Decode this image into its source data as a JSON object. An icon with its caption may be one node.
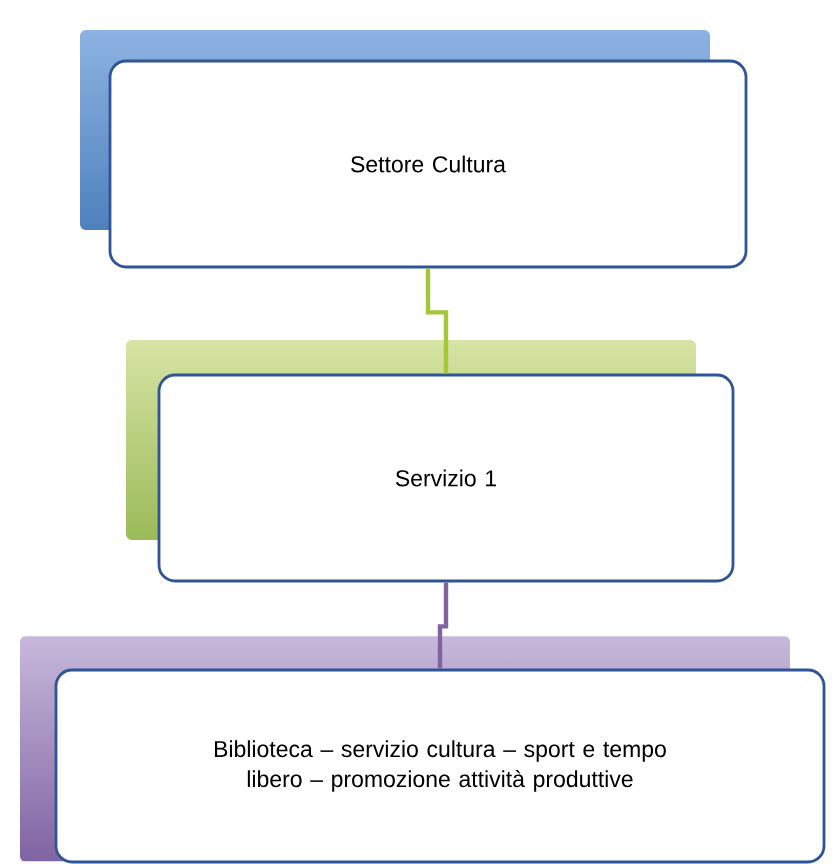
{
  "diagram": {
    "nodes": [
      {
        "text": [
          "Settore Cultura"
        ]
      },
      {
        "text": [
          "Servizio 1"
        ]
      },
      {
        "text": [
          "Biblioteca – servizio cultura – sport e tempo libero – promozione attività produttive"
        ]
      }
    ],
    "edges": [
      {
        "from": 0,
        "to": 1,
        "arrow": "none",
        "color": "#a4c639"
      },
      {
        "from": 1,
        "to": 2,
        "arrow": "none",
        "color": "#8064a2"
      }
    ]
  }
}
